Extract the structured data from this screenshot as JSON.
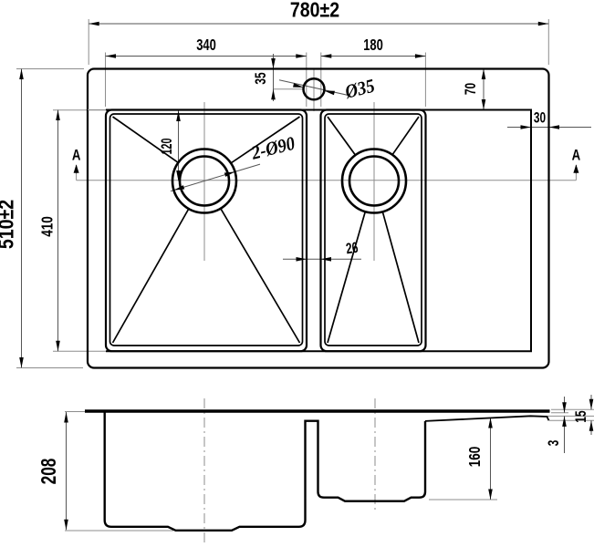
{
  "drawing": {
    "type": "technical-dimension-drawing",
    "subject": "double-bowl kitchen sink",
    "colors": {
      "object_lines": "#000000",
      "dimension_lines": "#7d7d7d",
      "extension_lines": "#9a9a9a",
      "text": "#000000",
      "background": "#ffffff"
    },
    "plan_view": {
      "overall_width": "780±2",
      "overall_depth": "510±2",
      "left_bowl_width": "340",
      "right_bowl_width": "180",
      "bowl_length": "410",
      "drain_center_offset": "120",
      "faucet_center_offset": "35",
      "faucet_hole_diameter": "Ø35",
      "drain_holes": "2-Ø90",
      "top_ledge_width": "70",
      "right_ledge_width": "30",
      "bowl_gap": "26",
      "section_marker_left": "A",
      "section_marker_right": "A"
    },
    "section_view": {
      "overall_height": "208",
      "right_bowl_depth": "160",
      "rim_height": "15",
      "edge_thickness": "3"
    }
  }
}
